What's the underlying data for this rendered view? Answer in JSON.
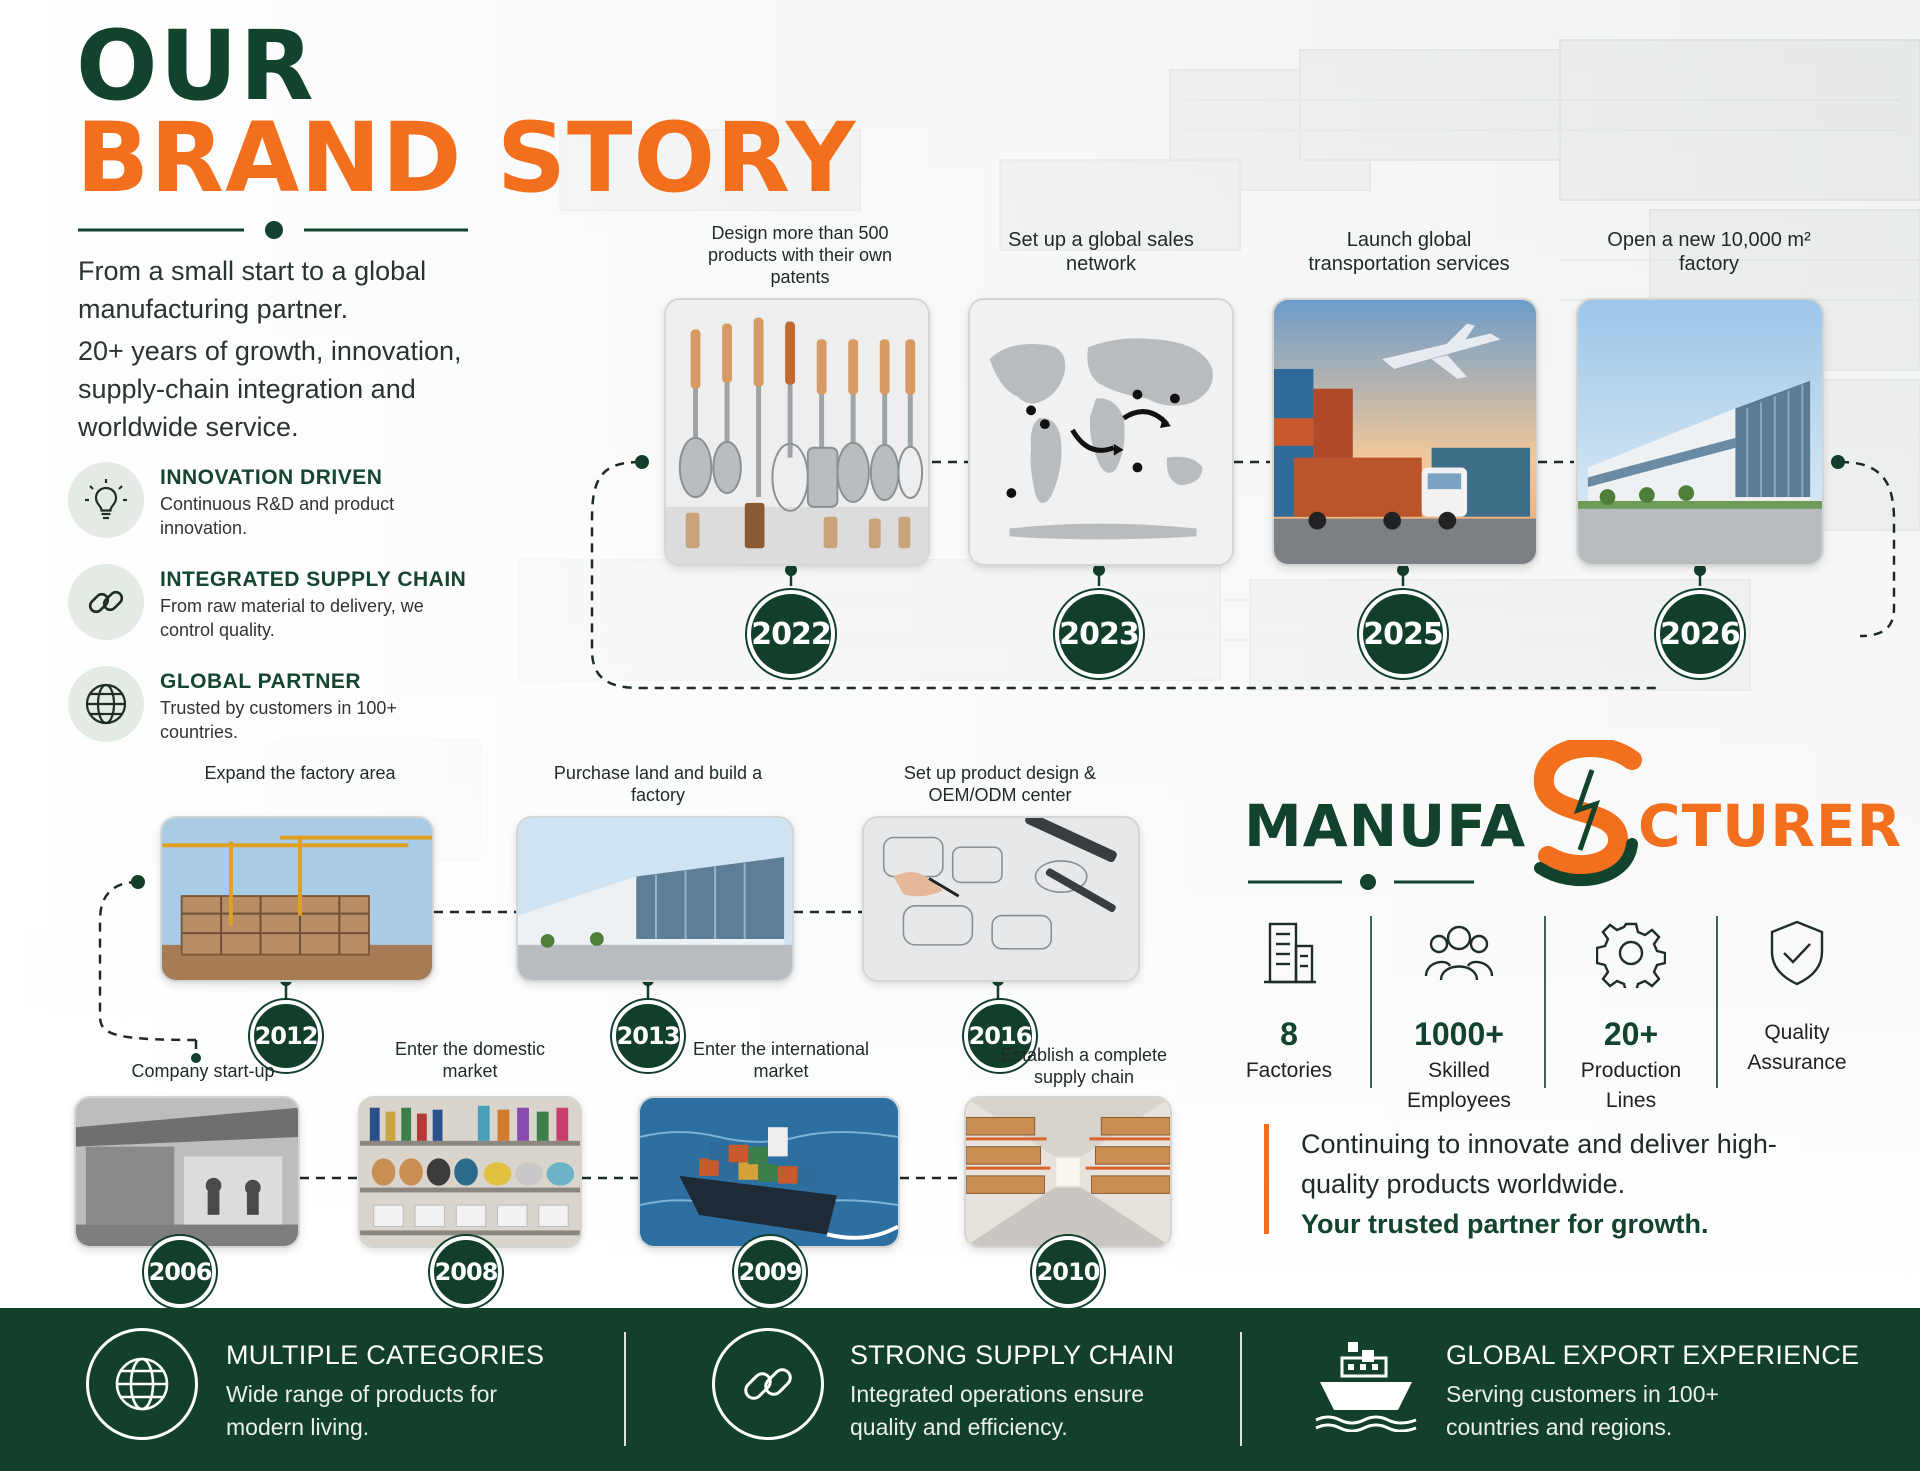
{
  "title": {
    "line1": "OUR",
    "line2": "BRAND STORY"
  },
  "intro": {
    "p1": "From a small start to a global manufacturing partner.",
    "p2": "20+ years of growth, innovation, supply-chain integration and worldwide service."
  },
  "features": [
    {
      "icon": "lightbulb-icon",
      "title": "INNOVATION DRIVEN",
      "desc": "Continuous R&D and product innovation."
    },
    {
      "icon": "chain-link-icon",
      "title": "INTEGRATED SUPPLY CHAIN",
      "desc": "From raw material to delivery, we control quality."
    },
    {
      "icon": "globe-icon",
      "title": "GLOBAL PARTNER",
      "desc": "Trusted by customers in 100+ countries."
    }
  ],
  "timeline": {
    "top": [
      {
        "year": "2022",
        "caption": "Design more than 500 products with their own patents",
        "image": "kitchen-utensils"
      },
      {
        "year": "2023",
        "caption": "Set up a global sales network",
        "image": "world-map"
      },
      {
        "year": "2025",
        "caption": "Launch global transportation services",
        "image": "plane-truck-containers"
      },
      {
        "year": "2026",
        "caption": "Open a new 10,000 m² factory",
        "image": "modern-factory"
      }
    ],
    "middle": [
      {
        "year": "2012",
        "caption": "Expand the factory area",
        "image": "construction-site"
      },
      {
        "year": "2013",
        "caption": "Purchase land and build a factory",
        "image": "glass-factory"
      },
      {
        "year": "2016",
        "caption": "Set up product design & OEM/ODM center",
        "image": "design-sketch"
      }
    ],
    "bottom": [
      {
        "year": "2006",
        "caption": "Company start-up",
        "image": "small-workshop"
      },
      {
        "year": "2008",
        "caption": "Enter the domestic market",
        "image": "store-shelves"
      },
      {
        "year": "2009",
        "caption": "Enter the international market",
        "image": "container-ship"
      },
      {
        "year": "2010",
        "caption": "Establish a complete supply chain",
        "image": "warehouse"
      }
    ]
  },
  "brand": {
    "left": "MANUFA",
    "right": "CTURER",
    "logo": "s-swoosh-logo",
    "colors": {
      "green": "#11432d",
      "orange": "#f26f1e"
    }
  },
  "stats": [
    {
      "icon": "building-icon",
      "number": "8",
      "label": "Factories"
    },
    {
      "icon": "people-icon",
      "number": "1000+",
      "label": "Skilled Employees"
    },
    {
      "icon": "gear-icon",
      "number": "20+",
      "label": "Production Lines"
    },
    {
      "icon": "shield-check-icon",
      "number": "",
      "label": "Quality Assurance"
    }
  ],
  "quote": {
    "text": "Continuing to innovate and deliver high-quality products worldwide.",
    "strong": "Your trusted partner for growth."
  },
  "footer": [
    {
      "icon": "globe-icon",
      "title": "MULTIPLE CATEGORIES",
      "desc": "Wide range of products for modern living."
    },
    {
      "icon": "chain-link-icon",
      "title": "STRONG SUPPLY CHAIN",
      "desc": "Integrated operations ensure quality and efficiency."
    },
    {
      "icon": "cargo-ship-icon",
      "title": "GLOBAL EXPORT EXPERIENCE",
      "desc": "Serving customers in 100+ countries and regions."
    }
  ]
}
